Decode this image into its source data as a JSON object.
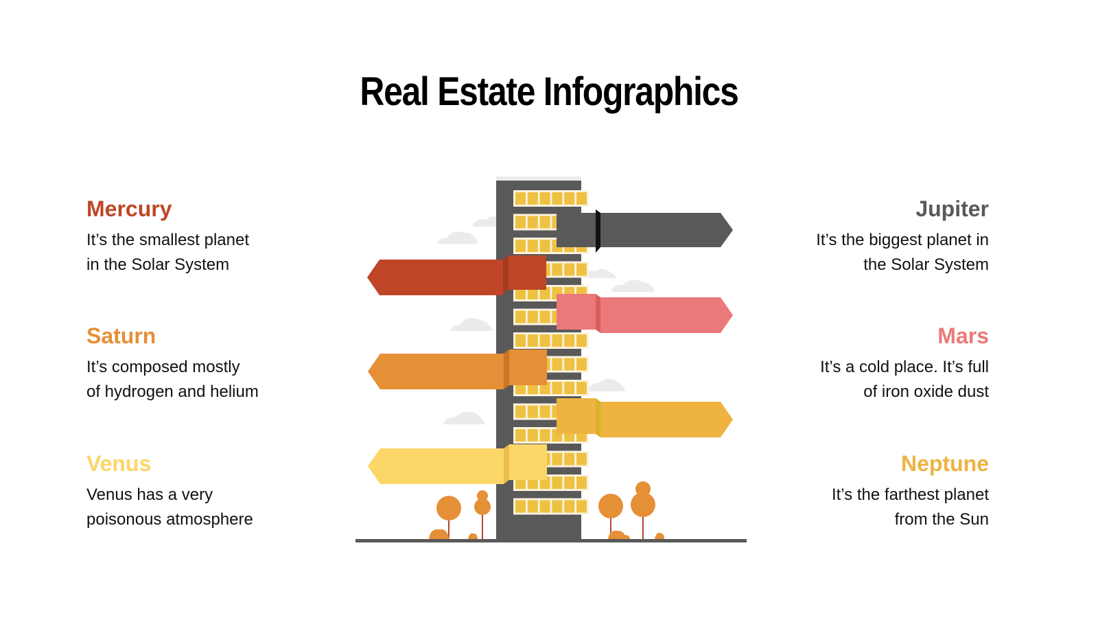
{
  "title": "Real Estate Infographics",
  "items": {
    "mercury": {
      "name": "Mercury",
      "line1": "It’s the smallest planet",
      "line2": "in the Solar System",
      "color": "#BE4627"
    },
    "saturn": {
      "name": "Saturn",
      "line1": "It’s composed mostly",
      "line2": "of hydrogen and helium",
      "color": "#E58F37"
    },
    "venus": {
      "name": "Venus",
      "line1": "Venus has a very",
      "line2": "poisonous atmosphere",
      "color": "#FCD669"
    },
    "jupiter": {
      "name": "Jupiter",
      "line1": "It’s the biggest planet in",
      "line2": "the Solar System",
      "color": "#595959"
    },
    "mars": {
      "name": "Mars",
      "line1": "It’s a cold place. It’s full",
      "line2": "of iron oxide dust",
      "color": "#EB7979"
    },
    "neptune": {
      "name": "Neptune",
      "line1": "It’s the farthest planet",
      "line2": "from the Sun",
      "color": "#EEB341"
    }
  },
  "colors": {
    "building": "#595959",
    "window": "#EFC142",
    "window_frame": "#FBF3DE",
    "tree": "#E58F37",
    "trunk": "#B5452F",
    "cloud": "#EBEBEB",
    "ground": "#595959"
  }
}
